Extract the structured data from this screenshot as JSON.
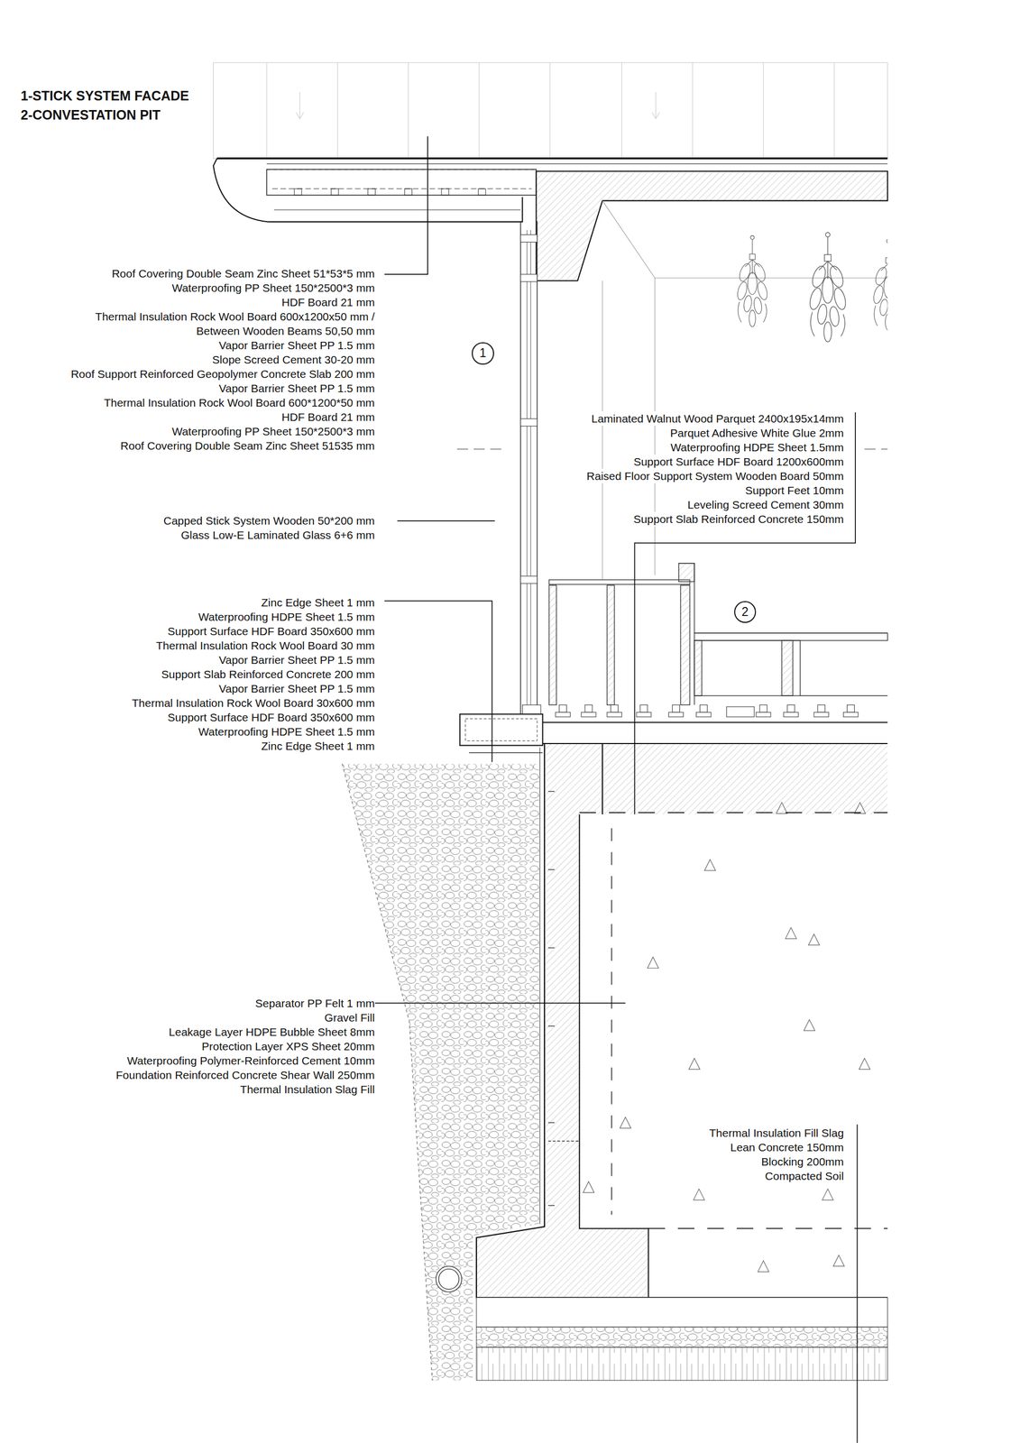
{
  "diagram": {
    "title": "1-STICK SYSTEM FACADE",
    "nodes": [
      {
        "text": [
          "1"
        ]
      },
      {
        "text": [
          "2"
        ]
      }
    ],
    "labels": [
      "2-CONVESTATION PIT",
      "Roof Covering Double Seam Zinc Sheet 51*53*5 mm",
      "Waterproofing PP Sheet 150*2500*3 mm",
      "HDF Board 21 mm",
      "Thermal Insulation Rock Wool Board 600x1200x50 mm / Between Wooden Beams 50,50 mm",
      "Vapor Barrier Sheet PP 1.5 mm",
      "Slope Screed Cement 30-20 mm",
      "Roof Support Reinforced Geopolymer Concrete Slab 200 mm",
      "Vapor Barrier Sheet PP 1.5 mm",
      "Thermal Insulation Rock Wool Board 600*1200*50 mm",
      "HDF Board 21 mm",
      "Waterproofing PP Sheet 150*2500*3 mm",
      "Roof Covering Double Seam Zinc Sheet 51535 mm",
      "Laminated Walnut Wood Parquet 2400x195x14mm",
      "Parquet Adhesive White Glue 2mm",
      "Waterproofing HDPE Sheet 1.5mm",
      "Support Surface HDF Board 1200x600mm",
      "Raised Floor Support System Wooden Board 50mm",
      "Support Feet 10mm",
      "Leveling Screed Cement 30mm",
      "Support Slab Reinforced Concrete 150mm",
      "Capped Stick System Wooden 50*200 mm",
      "Glass Low-E Laminated Glass 6+6 mm",
      "Zinc Edge Sheet 1 mm",
      "Waterproofing HDPE Sheet 1.5 mm",
      "Support Surface HDF Board 350x600 mm",
      "Thermal Insulation Rock Wool Board 30 mm",
      "Vapor Barrier Sheet PP 1.5 mm",
      "Support Slab Reinforced Concrete 200 mm",
      "Vapor Barrier Sheet PP 1.5 mm",
      "Thermal Insulation Rock Wool Board 30x600 mm",
      "Support Surface HDF Board 350x600 mm",
      "Waterproofing HDPE Sheet 1.5 mm",
      "Zinc Edge Sheet 1 mm",
      "Separator PP Felt 1 mm",
      "Gravel Fill",
      "Leakage Layer HDPE Bubble Sheet 8mm",
      "Protection Layer XPS Sheet 20mm",
      "Waterproofing Polymer-Reinforced Cement 10mm",
      "Foundation Reinforced Concrete Shear Wall 250mm",
      "Thermal Insulation Slag Fill",
      "Thermal Insulation Fill Slag",
      "Lean Concrete 150mm",
      "Blocking 200mm",
      "Compacted Soil"
    ]
  }
}
